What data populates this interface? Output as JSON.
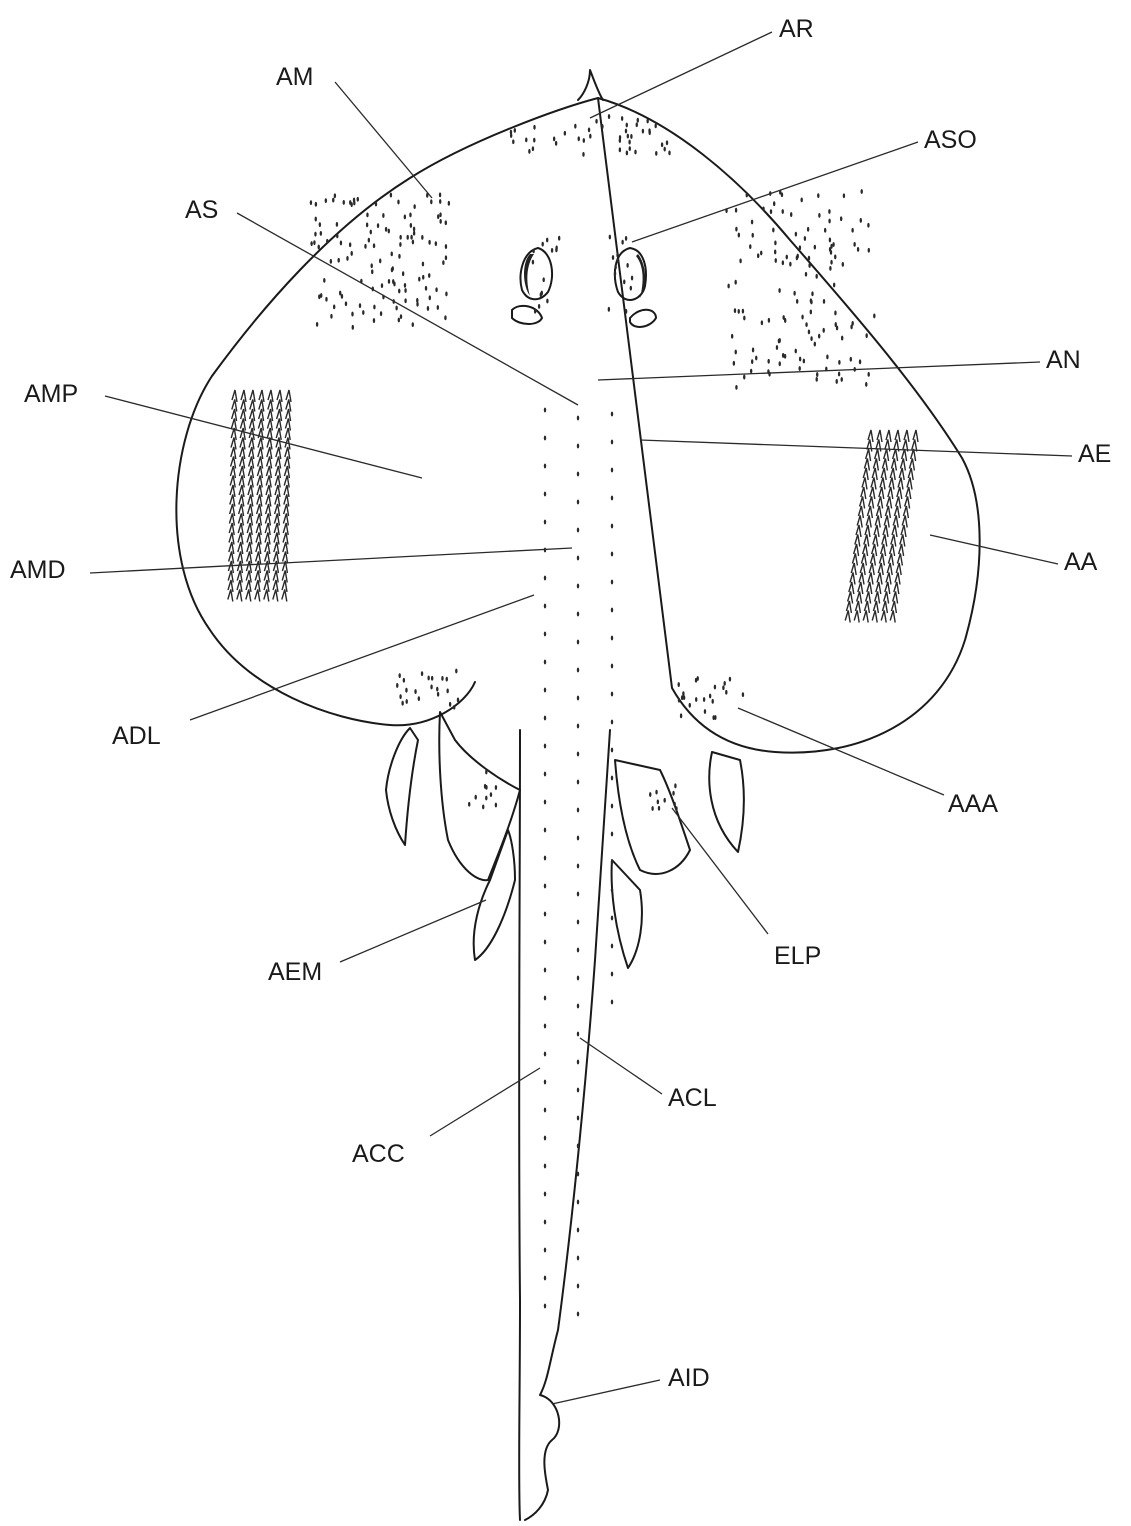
{
  "labels": {
    "AR": "AR",
    "AM": "AM",
    "ASO": "ASO",
    "AS": "AS",
    "AN": "AN",
    "AMP": "AMP",
    "AE": "AE",
    "AA": "AA",
    "AMD": "AMD",
    "ADL": "ADL",
    "AAA": "AAA",
    "ELP": "ELP",
    "AEM": "AEM",
    "ACL": "ACL",
    "ACC": "ACC",
    "AID": "AID"
  },
  "colors": {
    "ink": "#1a1a1a",
    "background": "#ffffff"
  }
}
